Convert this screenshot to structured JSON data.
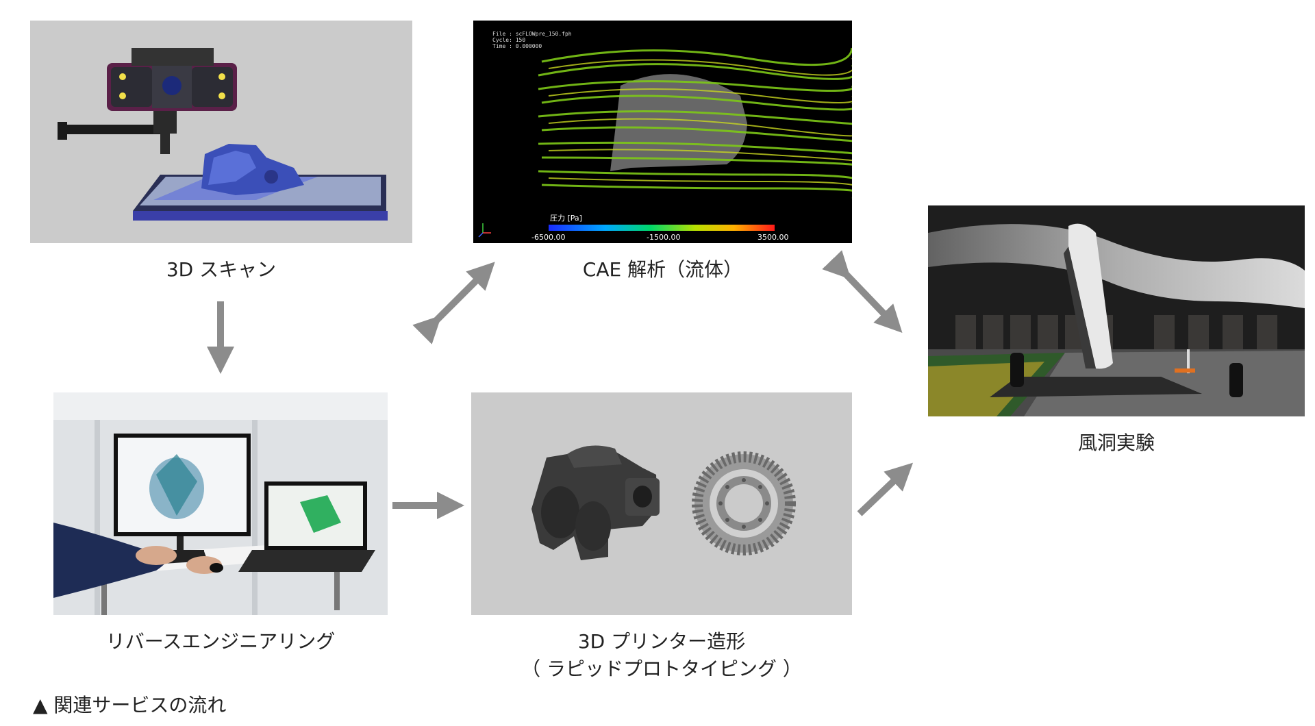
{
  "steps": {
    "scan": {
      "label": "3D スキャン"
    },
    "cae": {
      "label": "CAE 解析（流体）",
      "overlay": {
        "file": "File : scFLOWpre_150.fph",
        "cycle": "Cycle: 150",
        "time": "Time : 0.000000"
      },
      "legend": {
        "title": "圧力 [Pa]",
        "min": "-6500.00",
        "mid": "-1500.00",
        "max": "3500.00"
      }
    },
    "wind": {
      "label": "風洞実験"
    },
    "reverse": {
      "label": "リバースエンジニアリング"
    },
    "printer": {
      "label_line1": "3D プリンター造形",
      "label_line2": "（ ラピッドプロトタイピング ）"
    }
  },
  "footnote": "▲ 関連サービスの流れ",
  "colors": {
    "arrow": "#8c8c8c",
    "panel_gray": "#cbcbcb",
    "cae_bg": "#000000"
  }
}
